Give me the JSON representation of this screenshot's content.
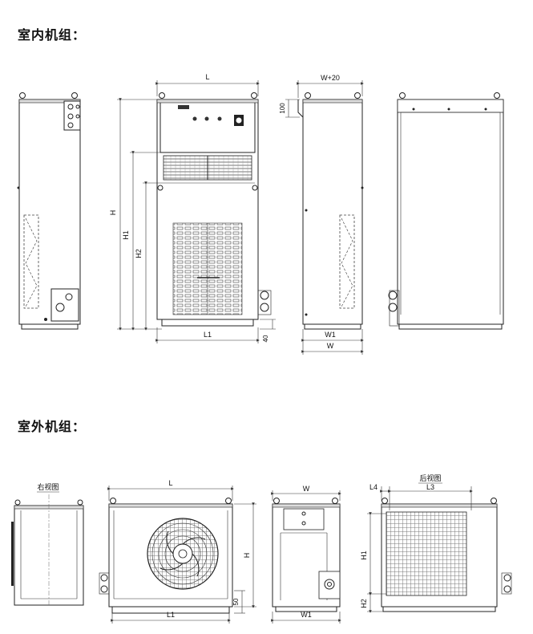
{
  "sections": {
    "indoor_title": "室内机组：",
    "outdoor_title": "室外机组："
  },
  "indoor": {
    "front_labels": {
      "L": "L",
      "H": "H",
      "H1": "H1",
      "H2": "H2",
      "L1": "L1",
      "base": "40"
    },
    "side_labels": {
      "W_plus": "W+20",
      "top": "100",
      "W1": "W1",
      "W": "W"
    }
  },
  "outdoor": {
    "right_view_caption": "右视图",
    "rear_view_caption": "后视图",
    "front_labels": {
      "L": "L",
      "H": "H",
      "L1": "L1",
      "base": "50"
    },
    "side_labels": {
      "W": "W",
      "W1": "W1"
    },
    "rear_labels": {
      "L4": "L4",
      "L3": "L3",
      "H1": "H1",
      "H2": "H2"
    }
  }
}
